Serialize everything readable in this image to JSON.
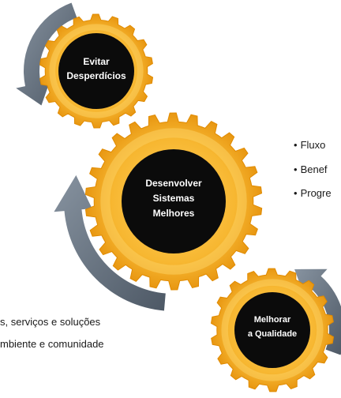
{
  "gears": [
    {
      "label_line1": "Evitar",
      "label_line2": "Desperdícios"
    },
    {
      "label_line1": "Desenvolver",
      "label_line2": "Sistemas",
      "label_line3": "Melhores"
    },
    {
      "label_line1": "Melhorar",
      "label_line2": "a Qualidade"
    }
  ],
  "bullets": [
    "Fluxo",
    "Benef",
    "Progre"
  ],
  "bottom_text": {
    "line1": "s, serviços e soluções",
    "line2": "mbiente e comunidade"
  },
  "colors": {
    "gear_outer": "#f5a623",
    "gear_inner": "#f7b731",
    "gear_dark": "#e08a00",
    "gear_light": "#fcd060",
    "core": "#0b0b0b",
    "arrow": "#6a7685",
    "arrow_dark": "#4d5865"
  }
}
